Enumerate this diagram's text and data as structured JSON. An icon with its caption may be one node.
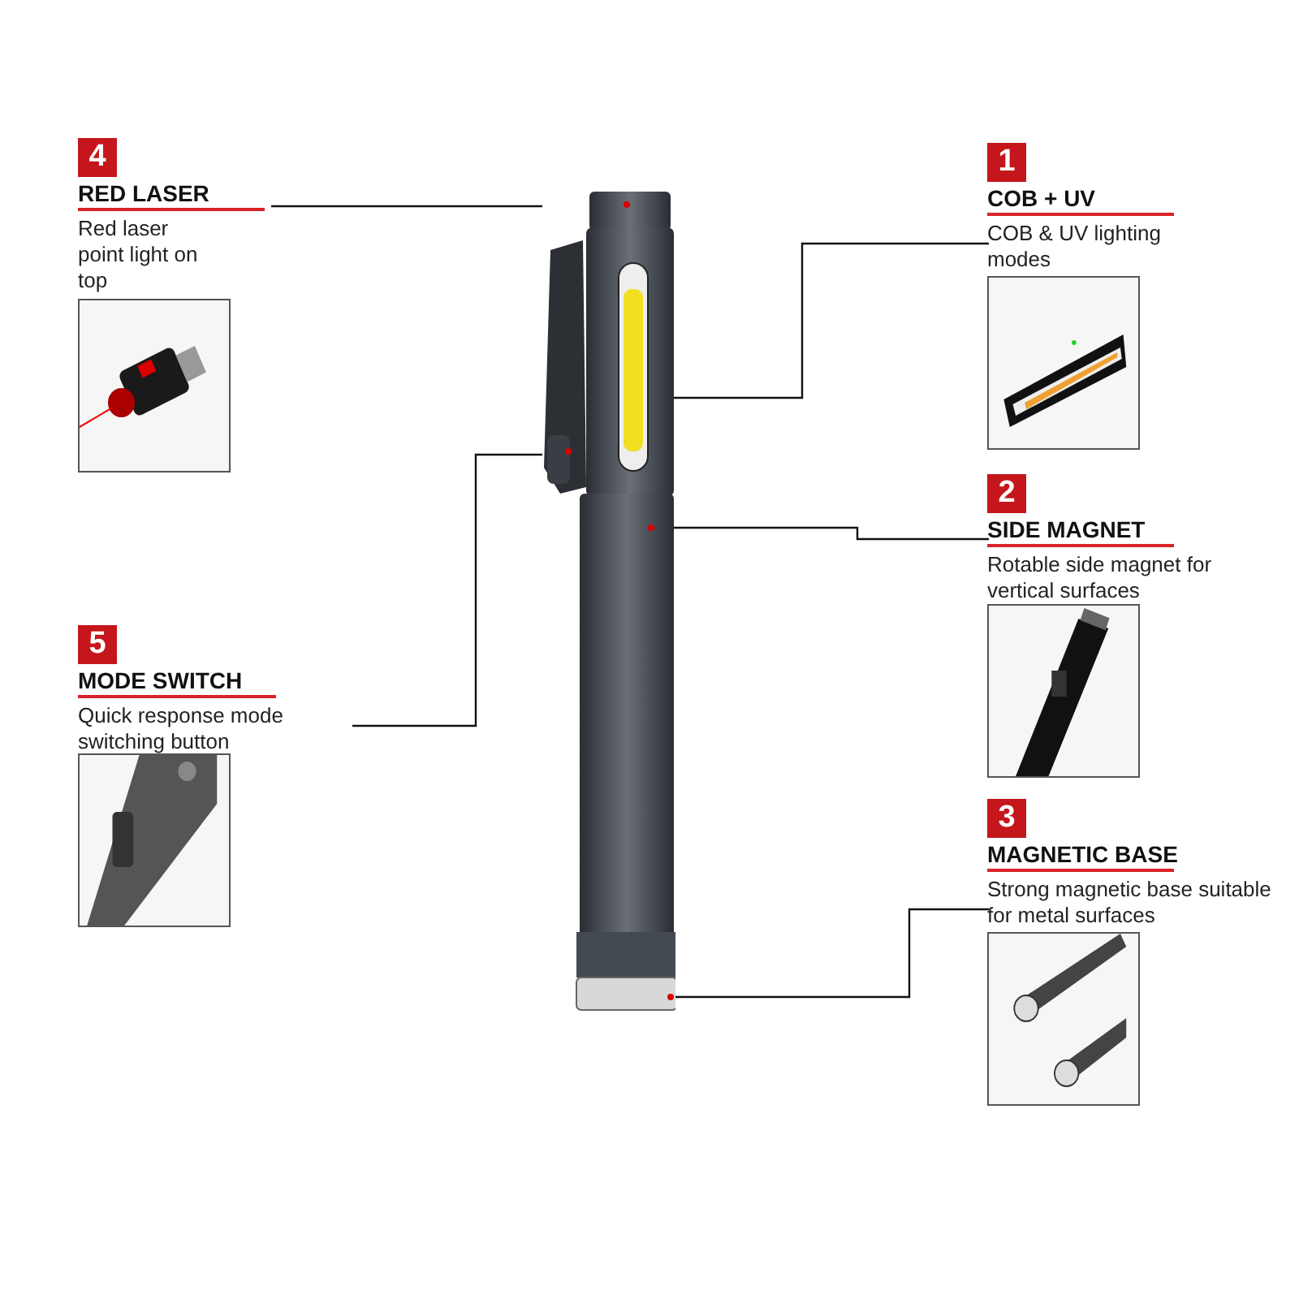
{
  "diagram": {
    "nodes": [
      {
        "text": [],
        "shape": "picture"
      },
      {
        "text": [
          "4",
          "RED LASER",
          "Red laser point light on top"
        ]
      },
      {
        "text": [],
        "shape": "picture"
      },
      {
        "text": [
          "1",
          "COB + UV",
          "COB & UV lighting modes"
        ]
      },
      {
        "text": [],
        "shape": "picture"
      },
      {
        "text": [
          "5",
          "MODE SWITCH",
          "Quick response mode switching button"
        ]
      },
      {
        "text": [],
        "shape": "picture"
      },
      {
        "text": [
          "2",
          "SIDE MAGNET",
          "Rotable side magnet for vertical surfaces"
        ]
      },
      {
        "text": [],
        "shape": "picture"
      },
      {
        "text": [
          "3",
          "MAGNETIC BASE",
          "Strong magnetic base suitable for metal surfaces"
        ]
      },
      {
        "text": [],
        "shape": "picture"
      }
    ],
    "edges": [
      {
        "from": 1,
        "to": 0,
        "arrow": "none"
      },
      {
        "from": 3,
        "to": 0,
        "arrow": "none"
      },
      {
        "from": 5,
        "to": 0,
        "arrow": "none"
      },
      {
        "from": 7,
        "to": 0,
        "arrow": "none"
      },
      {
        "from": 9,
        "to": 0,
        "arrow": "none"
      }
    ]
  }
}
